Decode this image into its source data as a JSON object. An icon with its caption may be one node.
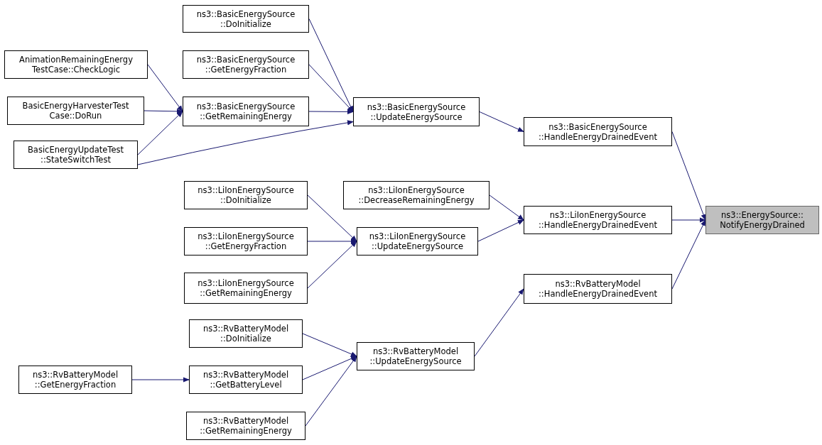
{
  "diagram": {
    "nodes": [
      {
        "text": [
          "ns3::EnergySource:: NotifyEnergyDrained"
        ]
      },
      {
        "text": [
          "ns3::BasicEnergySource ::HandleEnergyDrainedEvent"
        ]
      },
      {
        "text": [
          "ns3::LiIonEnergySource ::HandleEnergyDrainedEvent"
        ]
      },
      {
        "text": [
          "ns3::RvBatteryModel ::HandleEnergyDrainedEvent"
        ]
      },
      {
        "text": [
          "ns3::BasicEnergySource ::UpdateEnergySource"
        ]
      },
      {
        "text": [
          "ns3::LiIonEnergySource ::DecreaseRemainingEnergy"
        ]
      },
      {
        "text": [
          "ns3::LiIonEnergySource ::UpdateEnergySource"
        ]
      },
      {
        "text": [
          "ns3::RvBatteryModel ::UpdateEnergySource"
        ]
      },
      {
        "text": [
          "ns3::BasicEnergySource ::DoInitialize"
        ]
      },
      {
        "text": [
          "ns3::BasicEnergySource ::GetEnergyFraction"
        ]
      },
      {
        "text": [
          "ns3::BasicEnergySource ::GetRemainingEnergy"
        ]
      },
      {
        "text": [
          "ns3::LiIonEnergySource ::DoInitialize"
        ]
      },
      {
        "text": [
          "ns3::LiIonEnergySource ::GetEnergyFraction"
        ]
      },
      {
        "text": [
          "ns3::LiIonEnergySource ::GetRemainingEnergy"
        ]
      },
      {
        "text": [
          "ns3::RvBatteryModel ::DoInitialize"
        ]
      },
      {
        "text": [
          "ns3::RvBatteryModel ::GetBatteryLevel"
        ]
      },
      {
        "text": [
          "ns3::RvBatteryModel ::GetRemainingEnergy"
        ]
      },
      {
        "text": [
          "AnimationRemainingEnergy TestCase::CheckLogic"
        ]
      },
      {
        "text": [
          "BasicEnergyHarvesterTest Case::DoRun"
        ]
      },
      {
        "text": [
          "BasicEnergyUpdateTest ::StateSwitchTest"
        ]
      },
      {
        "text": [
          "ns3::RvBatteryModel ::GetEnergyFraction"
        ]
      }
    ],
    "edges": [
      {
        "from": 1,
        "to": 0,
        "arrow": "to"
      },
      {
        "from": 2,
        "to": 0,
        "arrow": "to"
      },
      {
        "from": 3,
        "to": 0,
        "arrow": "to"
      },
      {
        "from": 4,
        "to": 1,
        "arrow": "to"
      },
      {
        "from": 5,
        "to": 2,
        "arrow": "to"
      },
      {
        "from": 6,
        "to": 2,
        "arrow": "to"
      },
      {
        "from": 7,
        "to": 3,
        "arrow": "to"
      },
      {
        "from": 8,
        "to": 4,
        "arrow": "to"
      },
      {
        "from": 9,
        "to": 4,
        "arrow": "to"
      },
      {
        "from": 10,
        "to": 4,
        "arrow": "to"
      },
      {
        "from": 19,
        "to": 4,
        "arrow": "to"
      },
      {
        "from": 17,
        "to": 10,
        "arrow": "to"
      },
      {
        "from": 18,
        "to": 10,
        "arrow": "to"
      },
      {
        "from": 19,
        "to": 10,
        "arrow": "to"
      },
      {
        "from": 11,
        "to": 6,
        "arrow": "to"
      },
      {
        "from": 12,
        "to": 6,
        "arrow": "to"
      },
      {
        "from": 13,
        "to": 6,
        "arrow": "to"
      },
      {
        "from": 14,
        "to": 7,
        "arrow": "to"
      },
      {
        "from": 15,
        "to": 7,
        "arrow": "to"
      },
      {
        "from": 16,
        "to": 7,
        "arrow": "to"
      },
      {
        "from": 20,
        "to": 15,
        "arrow": "to"
      }
    ]
  }
}
